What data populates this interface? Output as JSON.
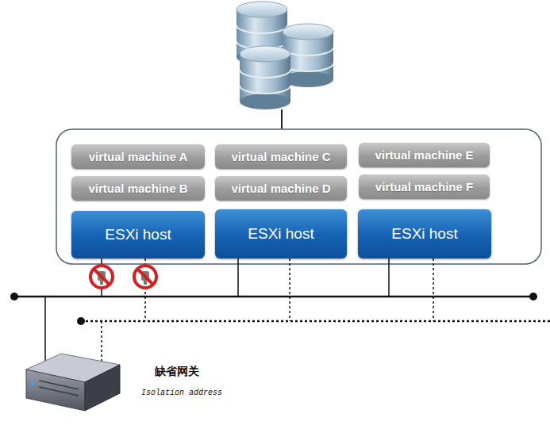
{
  "diagram": {
    "nodes": [
      {
        "text": [
          "virtual machine A"
        ]
      },
      {
        "text": [
          "virtual machine C"
        ]
      },
      {
        "text": [
          "virtual machine E"
        ]
      },
      {
        "text": [
          "virtual machine B"
        ]
      },
      {
        "text": [
          "virtual machine D"
        ]
      },
      {
        "text": [
          "virtual machine F"
        ]
      },
      {
        "text": [
          "ESXi host"
        ]
      },
      {
        "text": [
          "ESXi host"
        ]
      },
      {
        "text": [
          "ESXi host"
        ]
      },
      {
        "text": [
          "缺省网关",
          "Isolation address"
        ]
      }
    ]
  }
}
